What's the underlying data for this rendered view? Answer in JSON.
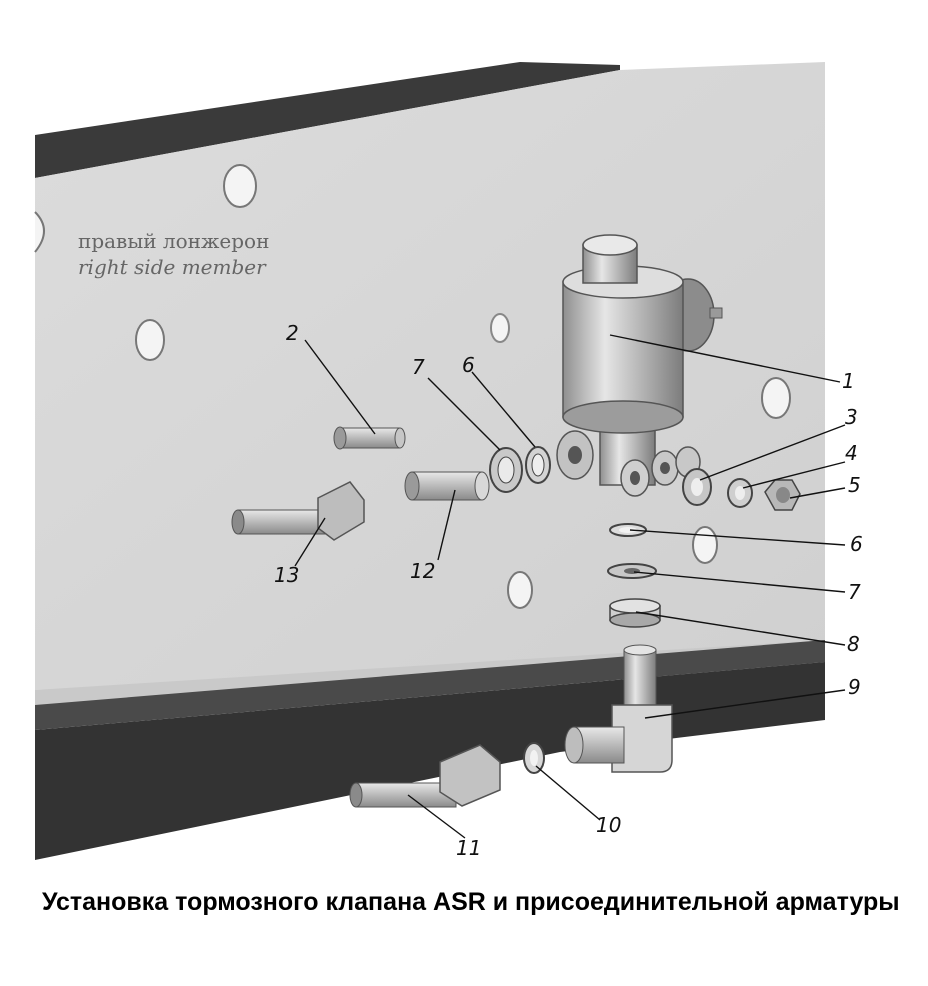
{
  "frame_label": {
    "ru": "правый лонжерон",
    "en": "right side member"
  },
  "callouts": [
    "1",
    "2",
    "3",
    "4",
    "5",
    "6",
    "7",
    "6",
    "7",
    "8",
    "9",
    "10",
    "11",
    "12",
    "13"
  ],
  "caption": "Установка тормозного клапана ASR и присоединительной арматуры"
}
